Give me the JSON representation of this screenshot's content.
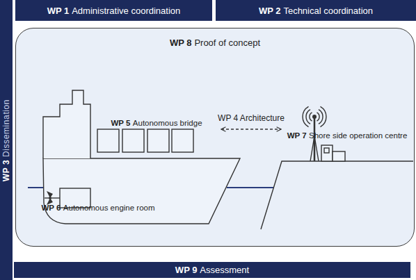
{
  "diagram": {
    "nodes": [
      {
        "text": [
          "WP 1",
          "Administrative coordination"
        ]
      },
      {
        "text": [
          "WP 2",
          "Technical coordination"
        ]
      },
      {
        "text": [
          "WP 3",
          "Dissemination"
        ]
      },
      {
        "text": [
          "WP 8",
          "Proof of concept"
        ]
      },
      {
        "text": [
          "WP 5",
          "Autonomous bridge"
        ],
        "in": 3
      },
      {
        "text": [
          "WP 7",
          "Shore side operation centre"
        ],
        "in": 3
      },
      {
        "text": [
          "WP 6",
          "Autonomous engine room"
        ],
        "in": 3
      },
      {
        "text": [
          "WP 9",
          "Assessment"
        ]
      }
    ],
    "edges": [
      {
        "from": 4,
        "to": 5,
        "arrow": "both",
        "label": "WP 4 Architecture"
      }
    ]
  }
}
